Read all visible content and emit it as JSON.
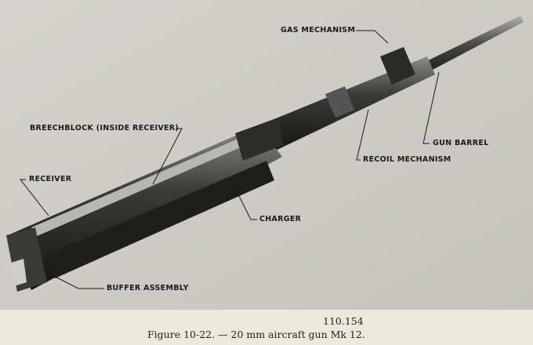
{
  "figure": {
    "labels": {
      "gas_mechanism": "GAS MECHANISM",
      "gun_barrel": "GUN BARREL",
      "breechblock": "BREECHBLOCK (INSIDE RECEIVER)",
      "recoil_mechanism": "RECOIL MECHANISM",
      "receiver": "RECEIVER",
      "charger": "CHARGER",
      "buffer_assembly": "BUFFER ASSEMBLY"
    },
    "number": "110.154",
    "caption": "Figure 10-22. — 20 mm aircraft gun Mk 12."
  }
}
